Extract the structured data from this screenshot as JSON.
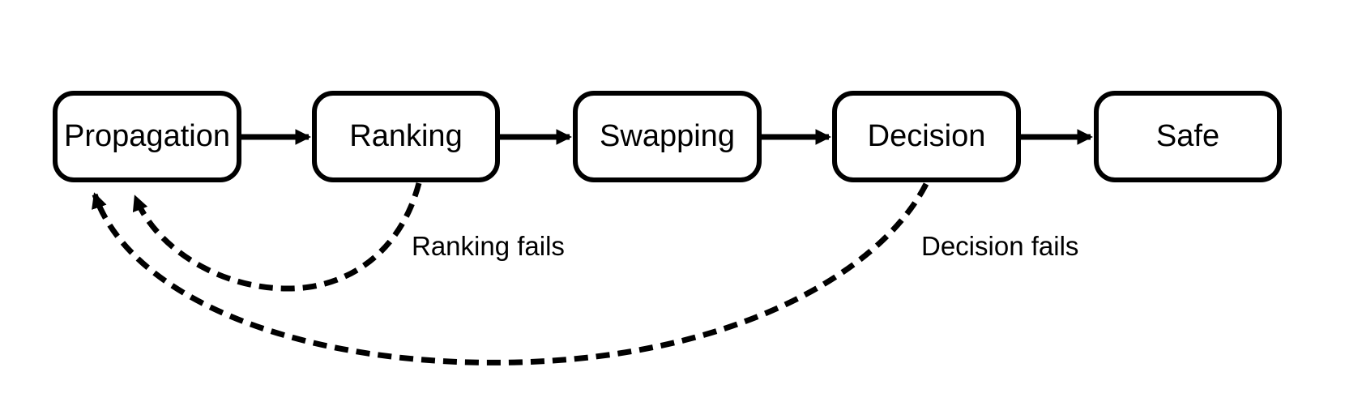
{
  "diagram": {
    "background_color": "#ffffff",
    "stroke_color": "#000000",
    "nodes": [
      {
        "id": "propagation",
        "label": "Propagation"
      },
      {
        "id": "ranking",
        "label": "Ranking"
      },
      {
        "id": "swapping",
        "label": "Swapping"
      },
      {
        "id": "decision",
        "label": "Decision"
      },
      {
        "id": "safe",
        "label": "Safe"
      }
    ],
    "flow_arrows": [
      {
        "from": "Propagation",
        "to": "Ranking"
      },
      {
        "from": "Ranking",
        "to": "Swapping"
      },
      {
        "from": "Swapping",
        "to": "Decision"
      },
      {
        "from": "Decision",
        "to": "Safe"
      }
    ],
    "feedback_arrows": [
      {
        "from": "Ranking",
        "to": "Propagation",
        "label": "Ranking fails",
        "style": "dashed"
      },
      {
        "from": "Decision",
        "to": "Propagation",
        "label": "Decision fails",
        "style": "dashed"
      }
    ]
  }
}
